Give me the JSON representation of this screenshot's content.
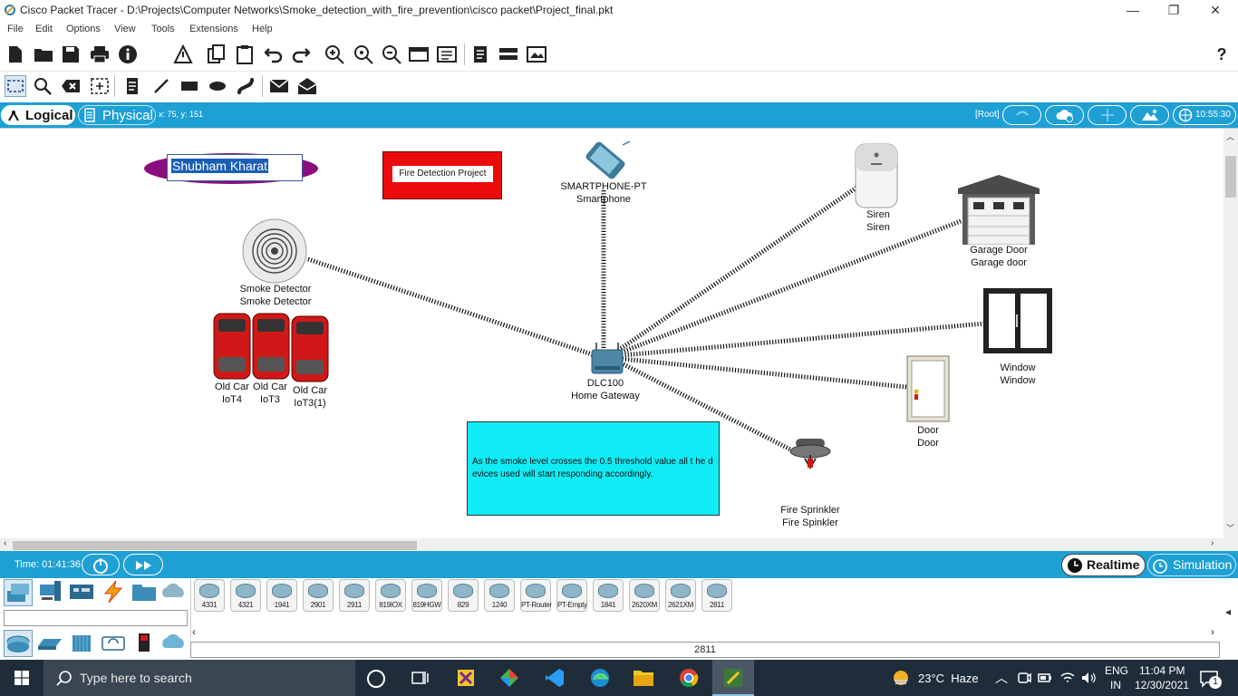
{
  "window": {
    "title": "Cisco Packet Tracer - D:\\Projects\\Computer Networks\\Smoke_detection_with_fire_prevention\\cisco packet\\Project_final.pkt",
    "minimize": "—",
    "restore": "❐",
    "close": "✕"
  },
  "menu": [
    "File",
    "Edit",
    "Options",
    "View",
    "Tools",
    "Extensions",
    "Help"
  ],
  "help_icon": "?",
  "modebar": {
    "logical": "Logical",
    "physical": "Physical",
    "coords": "x: 75, y: 151",
    "root": "[Root]",
    "clock": "10:55:30"
  },
  "canvas": {
    "name_label": "Shubham Kharat",
    "project_label": "Fire Detection Project",
    "note": "As the smoke level crosses the 0.5 threshold value all t he devices used will start responding accordingly.",
    "devices": {
      "smartphone": [
        "SMARTPHONE-PT",
        "Smartphone"
      ],
      "smoke_detector": [
        "Smoke Detector",
        "Smoke Detector"
      ],
      "car_iot4": [
        "Old Car",
        "IoT4"
      ],
      "car_iot3": [
        "Old Car",
        "IoT3"
      ],
      "car_iot3_1": [
        "Old Car",
        "IoT3(1)"
      ],
      "gateway": [
        "DLC100",
        "Home Gateway"
      ],
      "siren": [
        "Siren",
        "Siren"
      ],
      "garage": [
        "Garage Door",
        "Garage door"
      ],
      "window": [
        "Window",
        "Window"
      ],
      "door": [
        "Door",
        "Door"
      ],
      "sprinkler": [
        "Fire Sprinkler",
        "Fire Spinkler"
      ]
    }
  },
  "timebar": {
    "time": "Time: 01:41:36",
    "realtime": "Realtime",
    "simulation": "Simulation"
  },
  "device_models": [
    "4331",
    "4321",
    "1941",
    "2901",
    "2911",
    "819IOX",
    "819HGW",
    "829",
    "1240",
    "PT-Router",
    "PT-Empty",
    "1841",
    "2620XM",
    "2621XM",
    "2811"
  ],
  "selected_model": "2811",
  "taskbar": {
    "search_placeholder": "Type here to search",
    "weather": "23°C  Haze",
    "lang_top": "ENG",
    "lang_bottom": "IN",
    "time": "11:04 PM",
    "date": "12/30/2021",
    "notification_count": "1"
  }
}
